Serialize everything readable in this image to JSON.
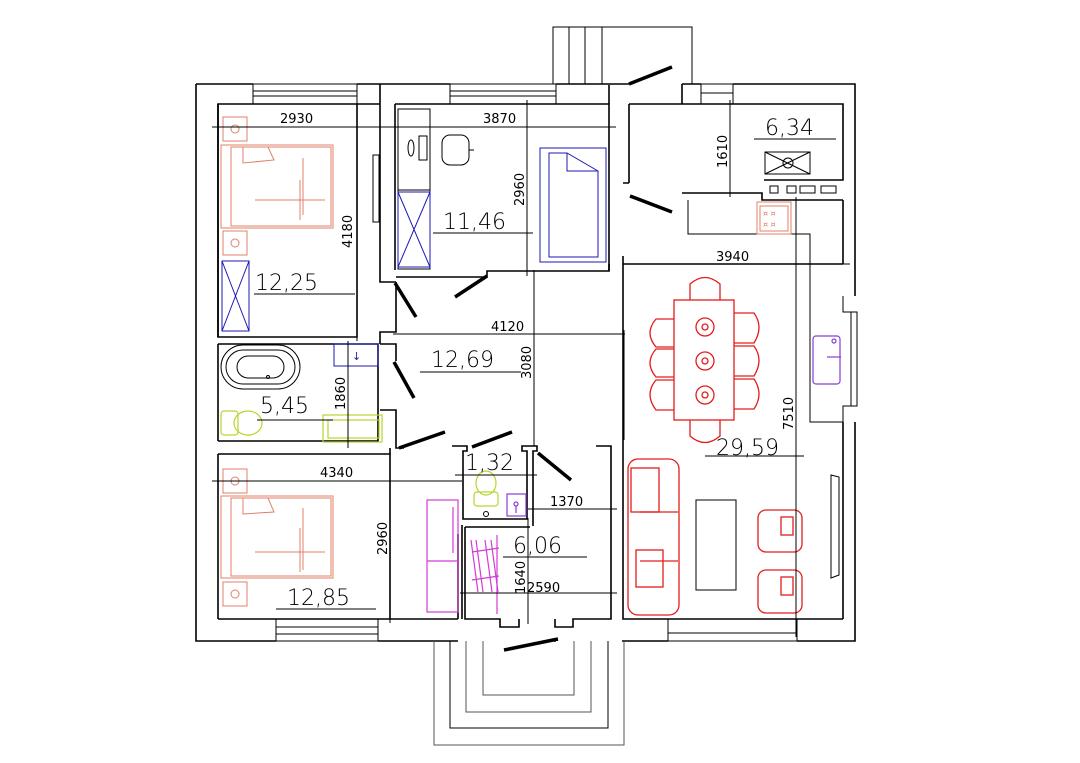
{
  "plan": {
    "rooms": [
      {
        "id": "bedroom-1",
        "area": "12,25"
      },
      {
        "id": "study",
        "area": "11,46"
      },
      {
        "id": "kitchen",
        "area": "6,34"
      },
      {
        "id": "hall",
        "area": "12,69"
      },
      {
        "id": "bathroom",
        "area": "5,45"
      },
      {
        "id": "living-dining",
        "area": "29,59"
      },
      {
        "id": "wc",
        "area": "1,32"
      },
      {
        "id": "entrance",
        "area": "6,06"
      },
      {
        "id": "bedroom-2",
        "area": "12,85"
      }
    ],
    "dimensions": {
      "bedroom1_width": "2930",
      "bedroom1_height": "4180",
      "study_width": "3870",
      "study_height": "2960",
      "kitchen_height": "1610",
      "living_width": "3940",
      "living_height": "7510",
      "hall_width": "4120",
      "hall_height": "3080",
      "bath_height": "1860",
      "bedroom2_width": "4340",
      "bedroom2_height": "2960",
      "entrance_width_top": "1370",
      "entrance_width_bottom": "2590",
      "entrance_height": "1640"
    },
    "colors": {
      "walls": "#000000",
      "bed": "#e0806a",
      "blue_furniture": "#1a1ab5",
      "dining": "#e21d1d",
      "sanitary": "#b5d630",
      "sink": "#8a3bd6",
      "wardrobe": "#d43bd6"
    }
  }
}
